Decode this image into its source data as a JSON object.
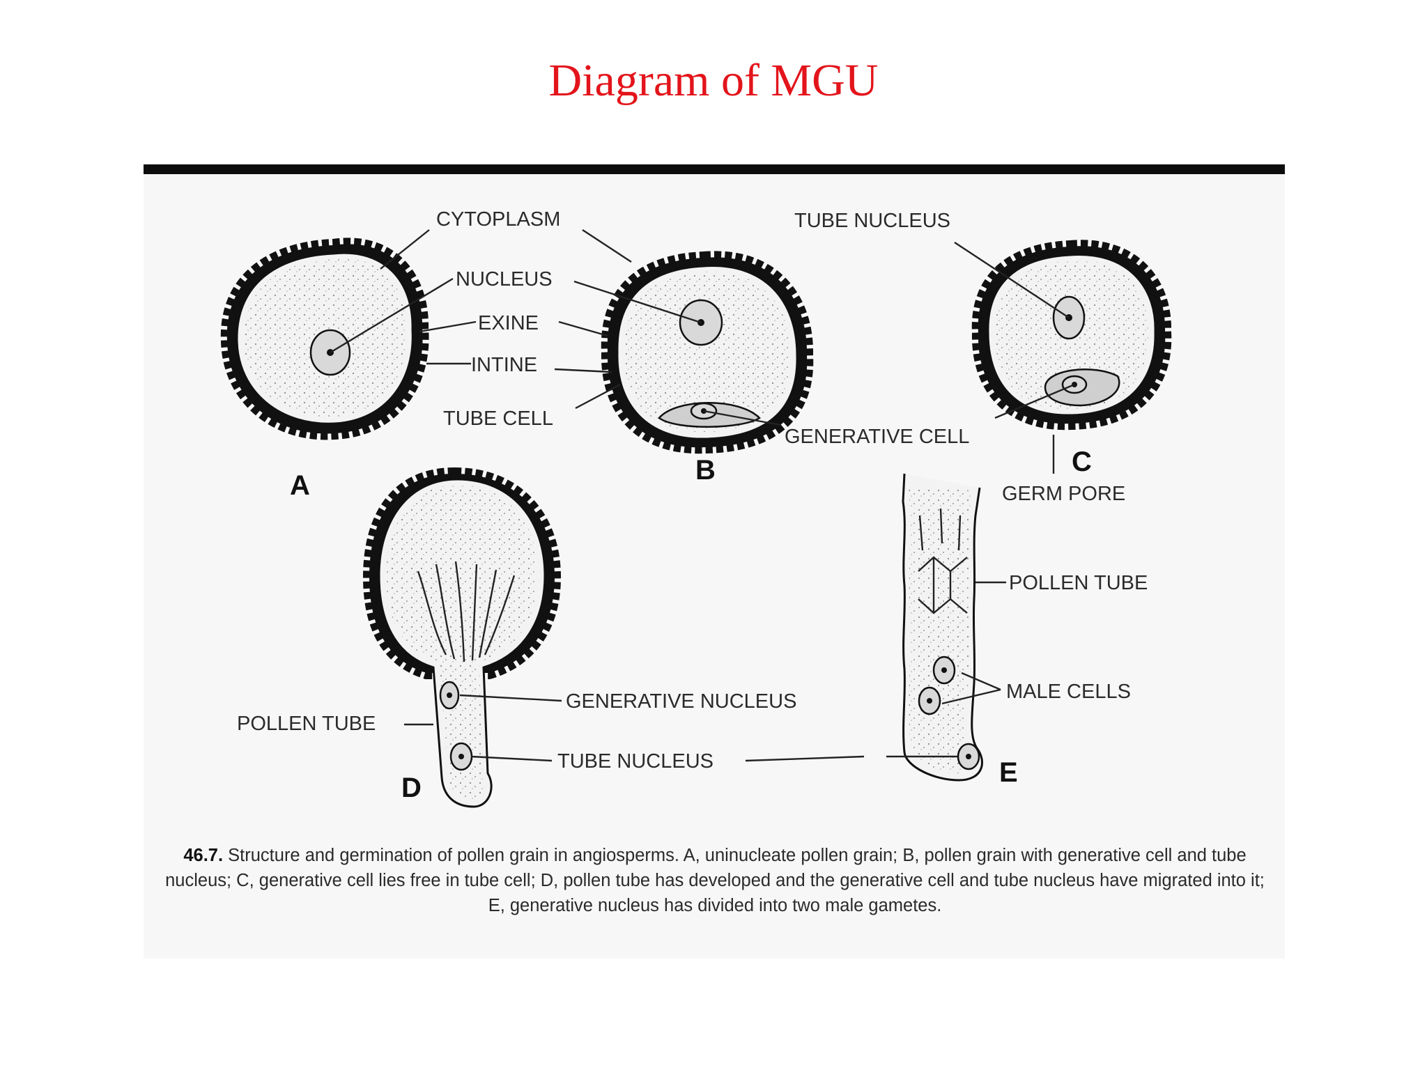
{
  "title": "Diagram of MGU",
  "labels": {
    "cytoplasm": "CYTOPLASM",
    "nucleus": "NUCLEUS",
    "exine": "EXINE",
    "intine": "INTINE",
    "tube_cell": "TUBE CELL",
    "tube_nucleus_top": "TUBE NUCLEUS",
    "generative_cell": "GENERATIVE CELL",
    "germ_pore": "GERM PORE",
    "pollen_tube_e": "POLLEN TUBE",
    "male_cells": "MALE CELLS",
    "generative_nucleus": "GENERATIVE NUCLEUS",
    "pollen_tube_d": "POLLEN TUBE",
    "tube_nucleus_bottom": "TUBE NUCLEUS"
  },
  "panel_letters": {
    "a": "A",
    "b": "B",
    "c": "C",
    "d": "D",
    "e": "E"
  },
  "caption": {
    "number": "46.7.",
    "text": "Structure and germination of pollen grain in angiosperms. A, uninucleate pollen grain; B, pollen grain with generative cell and tube nucleus; C, generative cell lies free in tube cell; D, pollen tube has developed and the generative cell and tube nucleus have migrated into it; E, generative nucleus has divided into two male gametes."
  },
  "colors": {
    "title": "#e3141b",
    "rule": "#0d0d0d",
    "ink": "#111111"
  }
}
